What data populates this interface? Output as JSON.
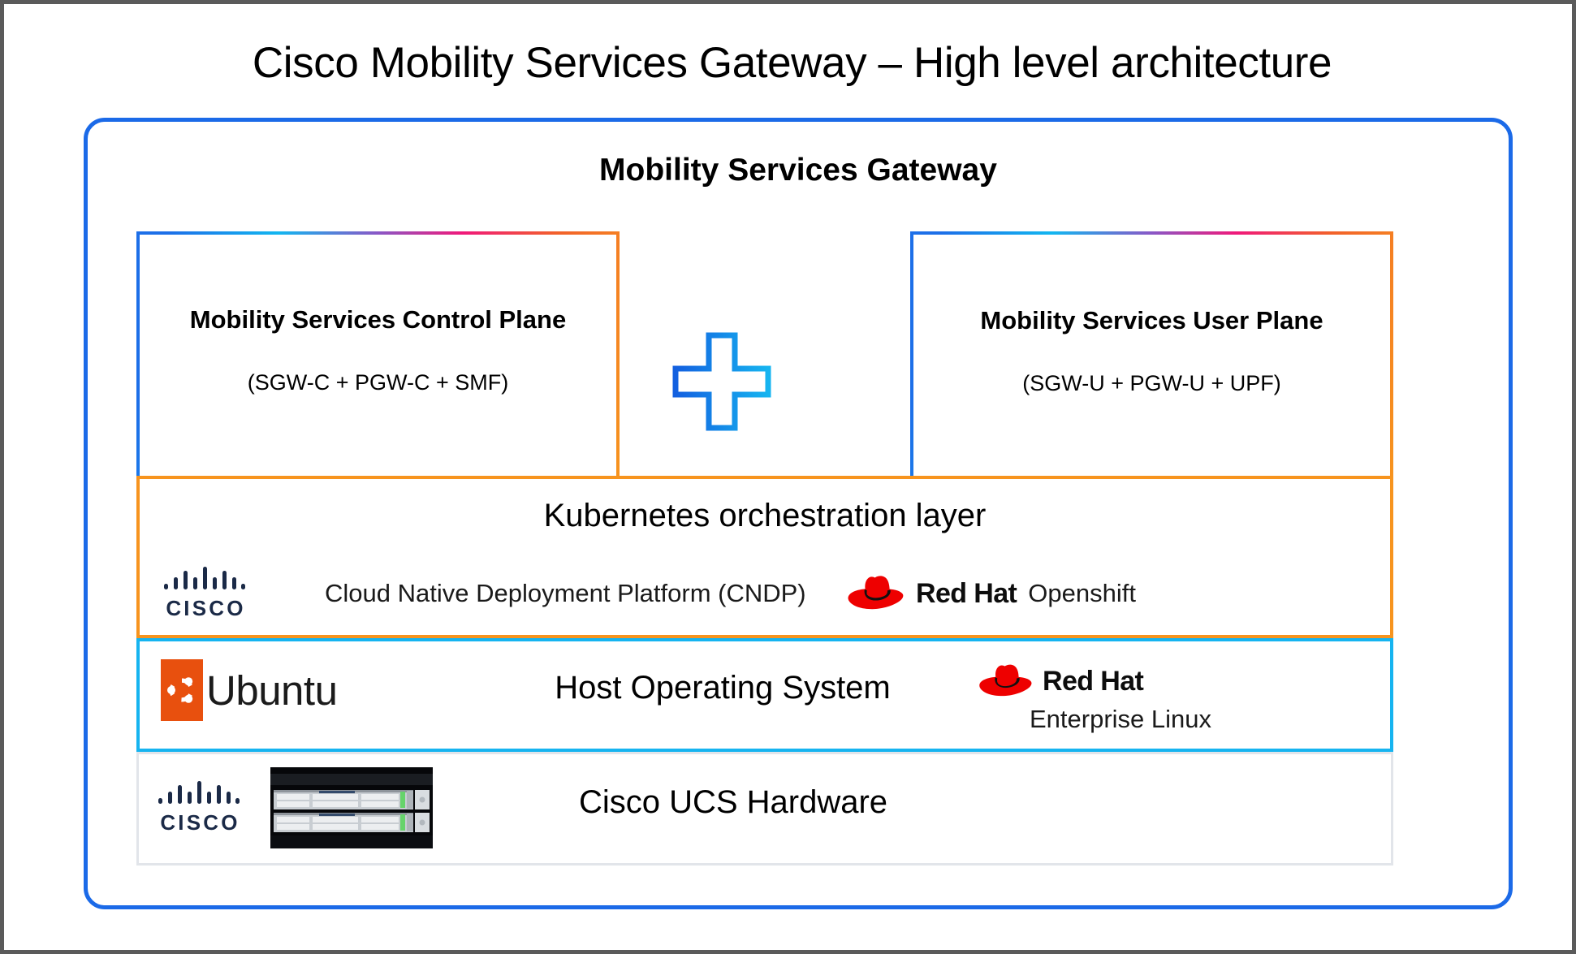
{
  "title": "Cisco Mobility Services Gateway – High level architecture",
  "gateway": {
    "heading": "Mobility Services Gateway",
    "control_plane": {
      "title": "Mobility Services Control Plane",
      "subtitle": "(SGW-C + PGW-C + SMF)"
    },
    "user_plane": {
      "title": "Mobility Services User Plane",
      "subtitle": "(SGW-U + PGW-U + UPF)"
    },
    "operator": "+",
    "kubernetes_layer": {
      "title": "Kubernetes orchestration layer",
      "cisco_logo_word": "CISCO",
      "cndp_label": "Cloud Native Deployment Platform (CNDP)",
      "redhat_word": "Red Hat",
      "openshift_label": "Openshift"
    },
    "host_os_layer": {
      "title": "Host Operating System",
      "ubuntu_word": "Ubuntu",
      "redhat_word": "Red Hat",
      "redhat_sub": "Enterprise Linux"
    },
    "hardware_layer": {
      "title": "Cisco UCS Hardware",
      "cisco_logo_word": "CISCO"
    }
  },
  "colors": {
    "frame_border": "#5a5a5a",
    "container_border": "#1B6AE8",
    "kubernetes_border": "#F7941E",
    "host_os_border": "#16B4F0",
    "hardware_border": "#E2E5EA",
    "gradient_start": "#1D6FE8",
    "gradient_mid_cyan": "#12B6F0",
    "gradient_mid_magenta": "#F0197A",
    "gradient_end": "#F7941E",
    "redhat_red": "#EE0000",
    "ubuntu_orange": "#E8500E",
    "plus_gradient_start": "#1360E0",
    "plus_gradient_end": "#16B4F0"
  }
}
